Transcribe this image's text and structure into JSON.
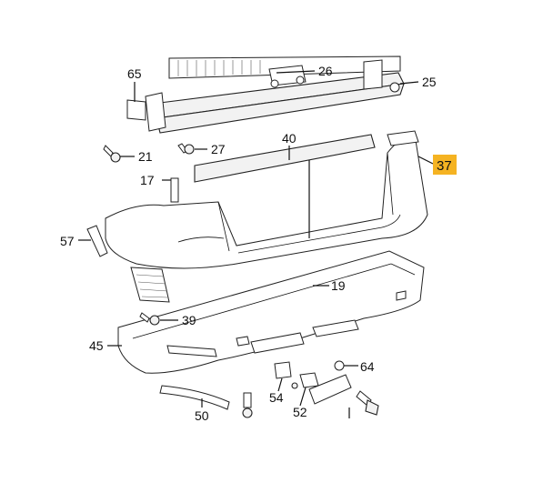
{
  "diagram": {
    "highlighted_part": "37",
    "labels": {
      "p65": "65",
      "p26": "26",
      "p25": "25",
      "p21": "21",
      "p27": "27",
      "p40": "40",
      "p37": "37",
      "p17": "17",
      "p57": "57",
      "p19": "19",
      "p39": "39",
      "p45": "45",
      "p64": "64",
      "p54": "54",
      "p52": "52",
      "p50": "50"
    },
    "colors": {
      "highlight": "#f5b322",
      "line": "#111111"
    }
  }
}
